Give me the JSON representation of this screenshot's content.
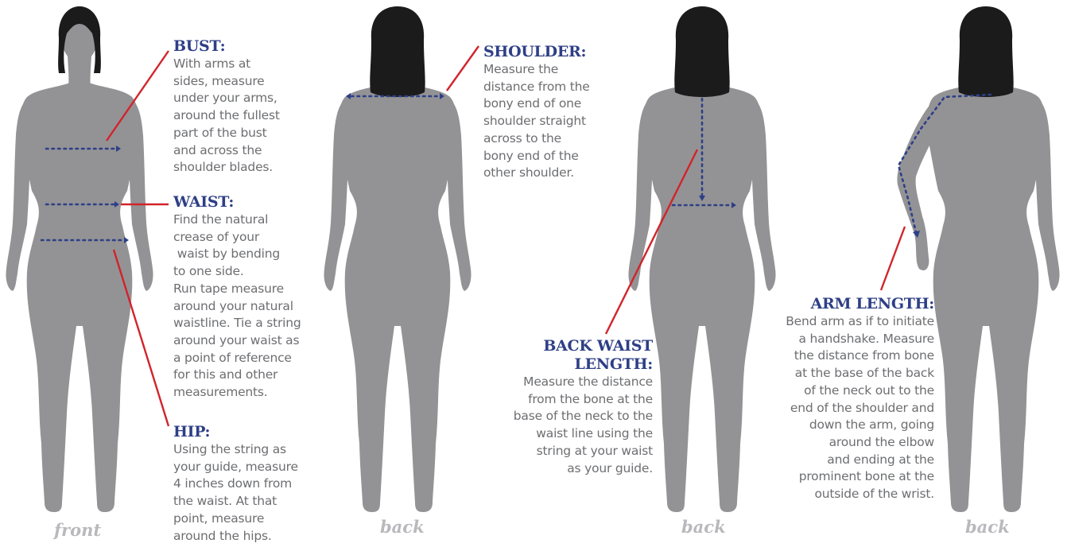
{
  "figures": [
    {
      "caption": "front"
    },
    {
      "caption": "back"
    },
    {
      "caption": "back"
    },
    {
      "caption": "back"
    }
  ],
  "instructions": {
    "bust": {
      "heading": "BUST:",
      "text": "With arms at\nsides, measure\nunder your arms,\naround the fullest\npart of the bust\nand across the\nshoulder blades."
    },
    "waist": {
      "heading": "WAIST:",
      "text": "Find the natural\ncrease of your\n waist by bending\nto one side.\nRun tape measure\naround your natural\nwaistline. Tie a string\naround your waist as\na point of reference\nfor this and other\nmeasurements."
    },
    "hip": {
      "heading": "HIP:",
      "text": "Using the string as\nyour guide, measure\n4 inches down from\nthe waist. At that\npoint, measure\naround the hips."
    },
    "shoulder": {
      "heading": "SHOULDER:",
      "text": "Measure the\ndistance from the\nbony end of one\nshoulder straight\nacross to the\nbony end of the\nother shoulder."
    },
    "back_waist": {
      "heading_line1": "BACK WAIST",
      "heading_line2": "LENGTH:",
      "text": "Measure the distance\nfrom the bone at the\nbase of the neck to the\nwaist line using the\nstring at your waist\nas your guide."
    },
    "arm_length": {
      "heading": "ARM LENGTH:",
      "text": "Bend arm as if to initiate\na handshake. Measure\nthe distance from bone\nat the base of the back\nof the neck out to the\nend of the shoulder and\ndown the arm, going\naround the elbow\nand ending at the\nprominent bone at the\noutside of the wrist."
    }
  },
  "colors": {
    "heading": "#2e3f86",
    "body_text": "#6d6e71",
    "silhouette": "#939396",
    "hair": "#1b1b1c",
    "pointer_line": "#d1242a",
    "tape_line": "#2e3f86",
    "caption": "#b9b9bd"
  }
}
